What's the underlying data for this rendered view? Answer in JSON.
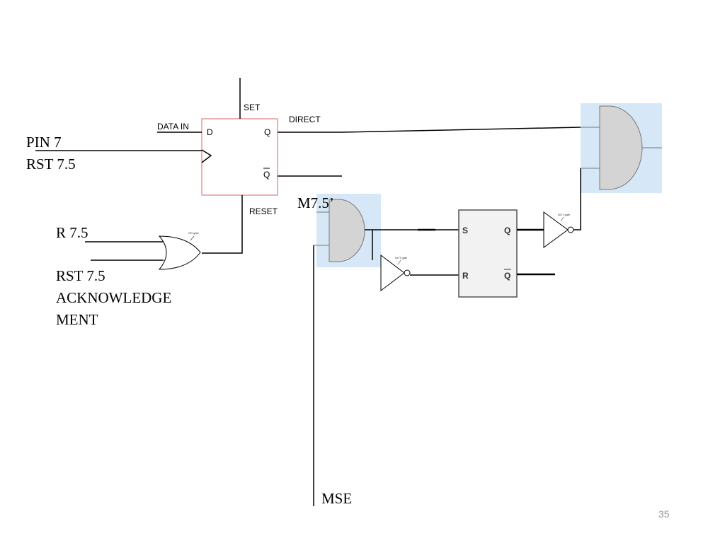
{
  "labels": {
    "pin7": "PIN 7",
    "rst75_top": "RST 7.5",
    "r75": "R 7.5",
    "rst75_ack_1": "RST 7.5",
    "rst75_ack_2": "ACKNOWLEDGE",
    "rst75_ack_3": "MENT",
    "m75": "M7.5’",
    "mse": "MSE"
  },
  "flipflop": {
    "set": "SET",
    "reset": "RESET",
    "data_in": "DATA IN",
    "direct": "DIRECT",
    "d": "D",
    "q": "Q",
    "qbar": "Q"
  },
  "sr_latch": {
    "s": "S",
    "r": "R",
    "q": "Q",
    "qbar": "Q"
  },
  "gate_captions": {
    "or": "OR gate",
    "not": "NOT gate"
  },
  "page_number": "35",
  "colors": {
    "highlight": "#d6e8f8",
    "gate_fill": "#d4d4d4",
    "flipflop_border": "#e06060",
    "latch_fill": "#f2f2f2"
  }
}
